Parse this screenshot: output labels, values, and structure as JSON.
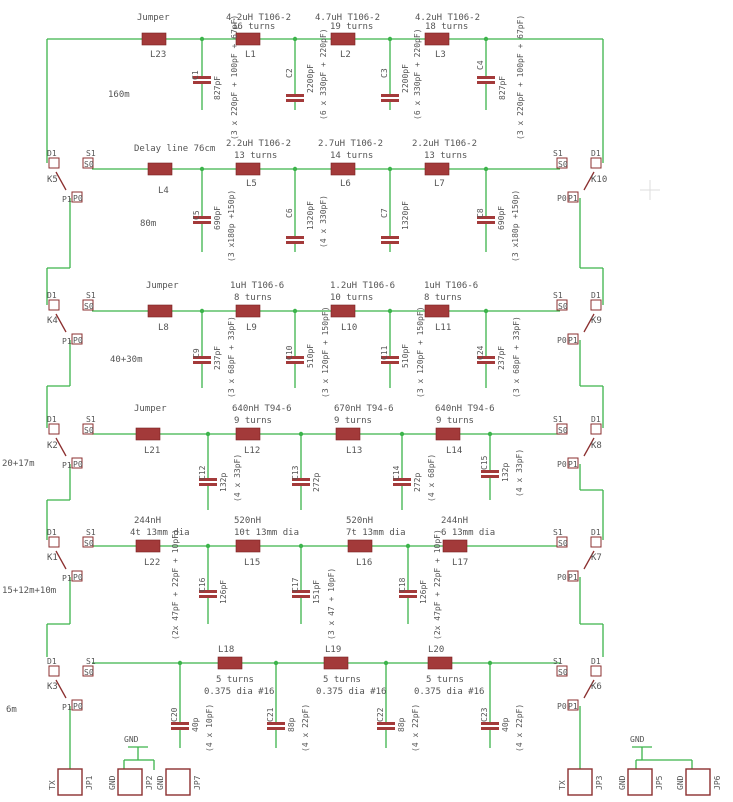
{
  "title": "Low-pass filter bank schematic",
  "labels": {
    "row1": {
      "jumper": "Jumper",
      "jumper_ref": "L23",
      "band": "160m",
      "l1_value": "4.2uH T106-2",
      "l1_turns": "16 turns",
      "l1_ref": "L1",
      "l2_value": "4.7uH T106-2",
      "l2_turns": "19 turns",
      "l2_ref": "L2",
      "l3_value": "4.2uH T106-2",
      "l3_turns": "18 turns",
      "l3_ref": "L3",
      "c1_ref": "C1",
      "c1_value": "827pF",
      "c1_note": "(3 x 220pF + 100pF + 67pF)",
      "c2_ref": "C2",
      "c2_value": "2200pF",
      "c2_note": "(6 x 330pF + 220pF)",
      "c3_ref": "C3",
      "c3_value": "2200pF",
      "c3_note": "(6 x 330pF + 220pF)",
      "c4_ref": "C4",
      "c4_value": "827pF",
      "c4_note": "(3 x 220pF + 100pF + 67pF)"
    },
    "row2": {
      "delay": "Delay line 76cm",
      "delay_ref": "L4",
      "band": "80m",
      "k_left": "K5",
      "k_right": "K10",
      "l5_value": "2.2uH T106-2",
      "l5_turns": "13 turns",
      "l5_ref": "L5",
      "l6_value": "2.7uH T106-2",
      "l6_turns": "14 turns",
      "l6_ref": "L6",
      "l7_value": "2.2uH T106-2",
      "l7_turns": "13 turns",
      "l7_ref": "L7",
      "c5_ref": "C5",
      "c5_value": "690pF",
      "c5_note": "(3 x180p +150p)",
      "c6_ref": "C6",
      "c6_value": "1320pF",
      "c6_note": "(4 x 330pF)",
      "c7_ref": "C7",
      "c7_value": "1320pF",
      "c8_ref": "C8",
      "c8_value": "690pF",
      "c8_note": "(3 x180p +150p)"
    },
    "row3": {
      "jumper": "Jumper",
      "jumper_ref": "L8",
      "band": "40+30m",
      "k_left": "K4",
      "k_right": "K9",
      "l9_value": "1uH T106-6",
      "l9_turns": "8 turns",
      "l9_ref": "L9",
      "l10_value": "1.2uH T106-6",
      "l10_turns": "10 turns",
      "l10_ref": "L10",
      "l11_value": "1uH T106-6",
      "l11_turns": "8 turns",
      "l11_ref": "L11",
      "c9_ref": "C9",
      "c9_value": "237pF",
      "c9_note": "(3 x 68pF + 33pF)",
      "c10_ref": "C10",
      "c10_value": "510pF",
      "c10_note": "(3 x 120pF + 150pF)",
      "c11_ref": "C11",
      "c11_value": "510pF",
      "c11_note": "(3 x 120pF + 150pF)",
      "c24_ref": "C24",
      "c24_value": "237pF",
      "c24_note": "(3 x 68pF + 33pF)"
    },
    "row4": {
      "jumper": "Jumper",
      "jumper_ref": "L21",
      "band": "20+17m",
      "k_left": "K2",
      "k_right": "K8",
      "l12_value": "640nH T94-6",
      "l12_turns": "9 turns",
      "l12_ref": "L12",
      "l13_value": "670nH T94-6",
      "l13_turns": "9 turns",
      "l13_ref": "L13",
      "l14_value": "640nH T94-6",
      "l14_turns": "9 turns",
      "l14_ref": "L14",
      "c12_ref": "C12",
      "c12_value": "132p",
      "c12_note": "(4 x 33pF)",
      "c13_ref": "C13",
      "c13_value": "272p",
      "c14_ref": "C14",
      "c14_value": "272p",
      "c14_note": "(4 x 68pF)",
      "c15_ref": "C15",
      "c15_value": "132p",
      "c15_note": "(4 x 33pF)"
    },
    "row5": {
      "band": "15+12m+10m",
      "k_left": "K1",
      "k_right": "K7",
      "l22_value": "244nH",
      "l22_turns": "4t 13mm dia",
      "l22_ref": "L22",
      "l15_value": "520nH",
      "l15_turns": "10t 13mm dia",
      "l15_ref": "L15",
      "l16_value": "520nH",
      "l16_turns": "7t 13mm dia",
      "l16_ref": "L16",
      "l17_value": "244nH",
      "l17_turns": "6 13mm dia",
      "l17_ref": "L17",
      "c16_ref": "C16",
      "c16_value": "126pF",
      "c16_note": "(2x 47pF + 22pF + 10pF)",
      "c17_ref": "C17",
      "c17_value": "151pF",
      "c17_note": "(3 x 47 + 10pF)",
      "c18_ref": "C18",
      "c18_value": "126pF",
      "c18_note": "(2x 47pF + 22pF + 10pF)"
    },
    "row6": {
      "band": "6m",
      "k_left": "K3",
      "k_right": "K6",
      "l18_ref": "L18",
      "l18_turns": "5 turns",
      "l18_dia": "0.375 dia #16",
      "l19_ref": "L19",
      "l19_turns": "5 turns",
      "l19_dia": "0.375 dia #16",
      "l20_ref": "L20",
      "l20_turns": "5 turns",
      "l20_dia": "0.375 dia #16",
      "c20_ref": "C20",
      "c20_value": "40p",
      "c20_note": "(4 x 10pF)",
      "c21_ref": "C21",
      "c21_value": "88p",
      "c21_note": "(4 x 22pF)",
      "c22_ref": "C22",
      "c22_value": "88p",
      "c22_note": "(4 x 22pF)",
      "c23_ref": "C23",
      "c23_value": "40p",
      "c23_note": "(4 x 22pF)"
    },
    "pins": {
      "d1": "D1",
      "s1": "S1",
      "s0": "S0",
      "p1": "P1",
      "p0": "P0"
    },
    "connectors": {
      "tx": "TX",
      "gnd_left": "GND",
      "gnd_left2": "GND",
      "jp1": "JP1",
      "jp2": "JP2",
      "jp7": "JP7",
      "gnd_mid": "GND",
      "rx": "TX",
      "jp3": "JP3",
      "gnd_r1": "GND",
      "jp5": "JP5",
      "gnd_r2": "GND",
      "jp6": "JP6",
      "gnd_right": "GND"
    }
  },
  "colors": {
    "wire": "#3cb44b",
    "component": "#a33a3a",
    "text": "#555555"
  }
}
